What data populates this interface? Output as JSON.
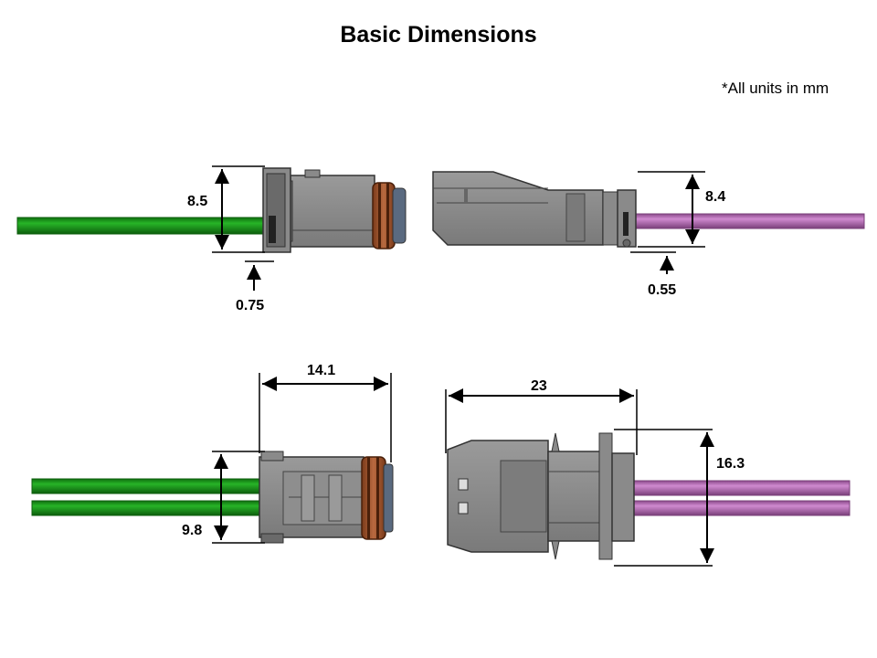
{
  "title": "Basic Dimensions",
  "units_note": "*All units in mm",
  "dimensions": {
    "male_side_height": "8.5",
    "male_side_offset": "0.75",
    "female_side_height": "8.4",
    "female_side_offset": "0.55",
    "male_top_length": "14.1",
    "male_top_width": "9.8",
    "female_top_length": "23",
    "female_top_width": "16.3"
  },
  "colors": {
    "wire_green": "#1fa11f",
    "wire_green_edge": "#0d5e0d",
    "wire_purple": "#c77bc7",
    "wire_purple_edge": "#7a3f7a",
    "housing_gray": "#8c8c8c",
    "housing_dark": "#4a4a4a",
    "seal_brown": "#a0522d"
  }
}
